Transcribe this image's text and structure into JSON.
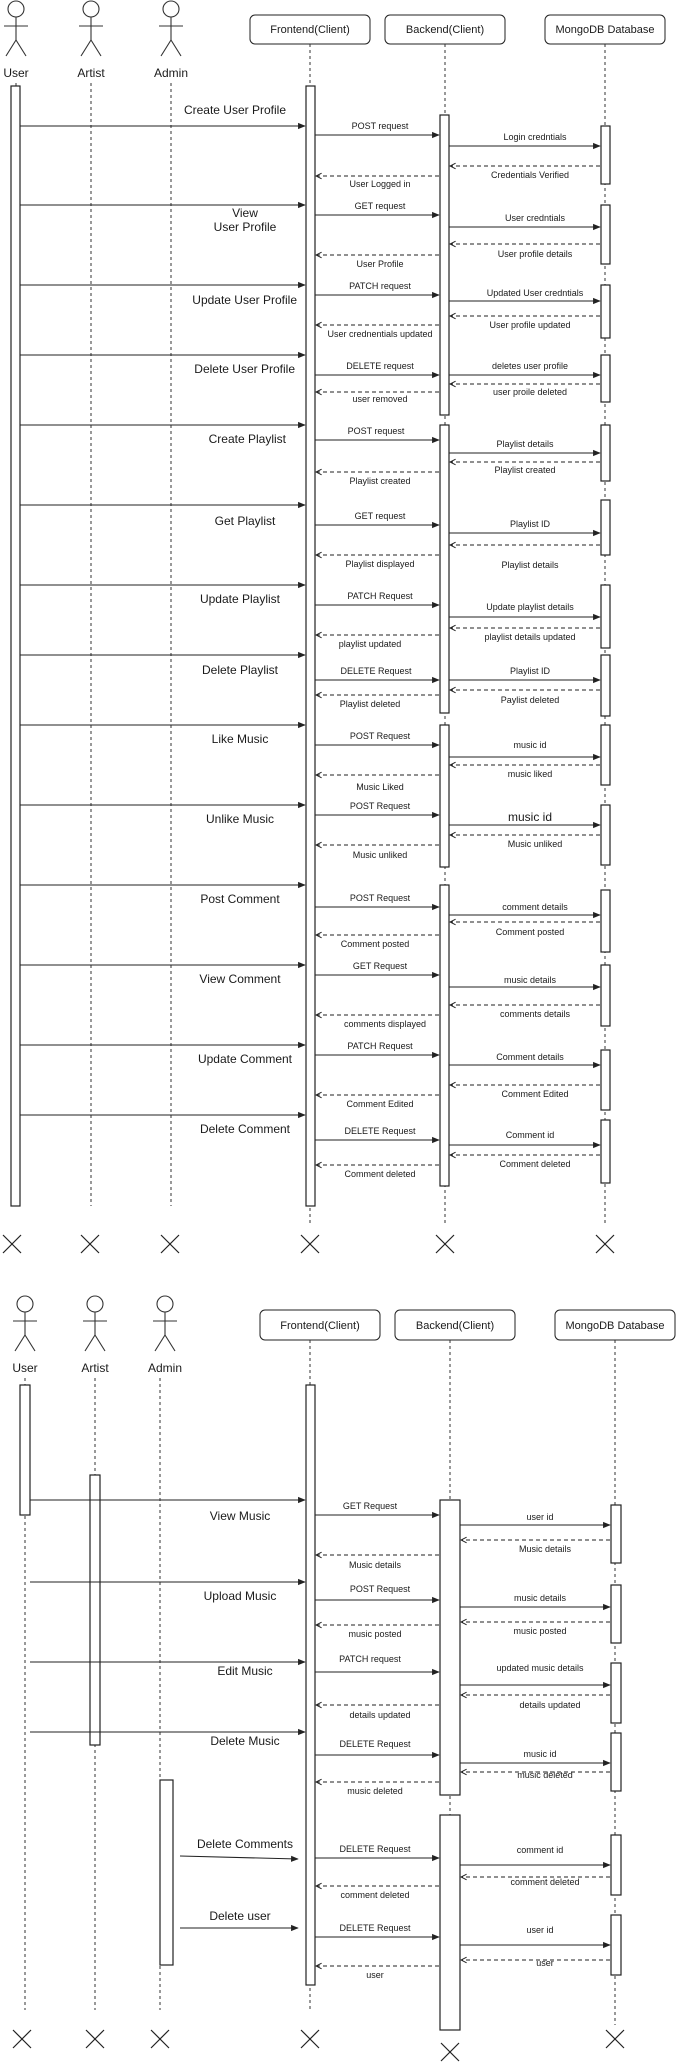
{
  "actors": {
    "user": "User",
    "artist": "Artist",
    "admin": "Admin"
  },
  "participants": {
    "frontend": "Frontend(Client)",
    "backend": "Backend(Client)",
    "database": "MongoDB Database"
  },
  "diagram1": [
    {
      "action": "Create User Profile",
      "request": "POST request",
      "db_request": "Login credntials",
      "db_response": "Credentials Verified",
      "response": "User Logged in"
    },
    {
      "action": "View\nUser Profile",
      "request": "GET request",
      "db_request": "User credntials",
      "db_response": "User profile details",
      "response": "User Profile"
    },
    {
      "action": "Update User Profile",
      "request": "PATCH request",
      "db_request": "Updated User credntials",
      "db_response": "User profile updated",
      "response": "User crednentials updated"
    },
    {
      "action": "Delete User Profile",
      "request": "DELETE request",
      "db_request": "deletes user profile",
      "db_response": "user proile deleted",
      "response": "user removed"
    },
    {
      "action": "Create Playlist",
      "request": "POST request",
      "db_request": "Playlist details",
      "db_response": "Playlist created",
      "response": "Playlist created"
    },
    {
      "action": "Get Playlist",
      "request": "GET request",
      "db_request": "Playlist ID",
      "db_response": "Playlist details",
      "response": "Playlist displayed"
    },
    {
      "action": "Update Playlist",
      "request": "PATCH Request",
      "db_request": "Update playlist details",
      "db_response": "playlist details updated",
      "response": "playlist updated"
    },
    {
      "action": "Delete Playlist",
      "request": "DELETE Request",
      "db_request": "Playlist ID",
      "db_response": "Paylist deleted",
      "response": "Playlist deleted"
    },
    {
      "action": "Like Music",
      "request": "POST Request",
      "db_request": "music id",
      "db_response": "music liked",
      "response": "Music Liked"
    },
    {
      "action": "Unlike Music",
      "request": "POST Request",
      "db_request": "music id",
      "db_response": "Music unliked",
      "response": "Music unliked"
    },
    {
      "action": "Post Comment",
      "request": "POST Request",
      "db_request": "comment details",
      "db_response": "Comment posted",
      "response": "Comment posted"
    },
    {
      "action": "View Comment",
      "request": "GET Request",
      "db_request": "music details",
      "db_response": "comments details",
      "response": "comments displayed"
    },
    {
      "action": "Update Comment",
      "request": "PATCH Request",
      "db_request": "Comment details",
      "db_response": "Comment Edited",
      "response": "Comment Edited"
    },
    {
      "action": "Delete Comment",
      "request": "DELETE Request",
      "db_request": "Comment id",
      "db_response": "Comment deleted",
      "response": "Comment deleted"
    }
  ],
  "diagram2": [
    {
      "action": "View Music",
      "request": "GET Request",
      "db_request": "user id",
      "db_response": "Music details",
      "response": "Music details"
    },
    {
      "action": "Upload Music",
      "request": "POST Request",
      "db_request": "music details",
      "db_response": "music posted",
      "response": "music posted"
    },
    {
      "action": "Edit Music",
      "request": "PATCH request",
      "db_request": "updated music details",
      "db_response": "details updated",
      "response": "details updated"
    },
    {
      "action": "Delete Music",
      "request": "DELETE Request",
      "db_request": "music id",
      "db_response": "music deleted",
      "response": "music deleted"
    },
    {
      "action": "Delete Comments",
      "request": "DELETE Request",
      "db_request": "comment id",
      "db_response": "comment deleted",
      "response": "comment deleted"
    },
    {
      "action": "Delete user",
      "request": "DELETE Request",
      "db_request": "user id",
      "db_response": "user",
      "response": "user"
    }
  ]
}
